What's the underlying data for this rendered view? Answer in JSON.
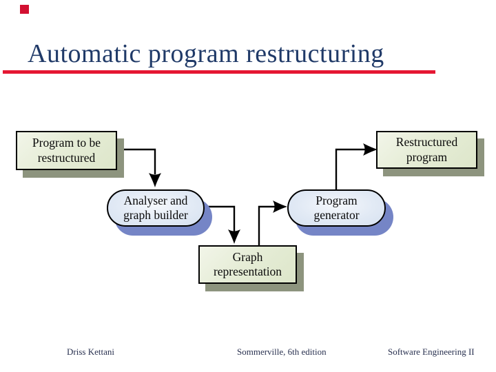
{
  "slide": {
    "title": "Automatic program restructuring",
    "title_color": "#203a68",
    "underline_color": "#e51733",
    "accent_marker_color": "#d21031",
    "background_color": "#ffffff"
  },
  "diagram": {
    "nodes": [
      {
        "id": "program-to-be-restructured",
        "shape": "rectangle",
        "label": "Program to be\nrestructured",
        "fill": "#e6edd7",
        "shadow": "#8d947e"
      },
      {
        "id": "restructured-program",
        "shape": "rectangle",
        "label": "Restructured\nprogram",
        "fill": "#e6edd7",
        "shadow": "#8d947e"
      },
      {
        "id": "analyser-and-graph-builder",
        "shape": "rounded",
        "label": "Analyser and\ngraph builder",
        "fill": "#e2eaf5",
        "shadow": "#7585c6"
      },
      {
        "id": "program-generator",
        "shape": "rounded",
        "label": "Program\ngenerator",
        "fill": "#e2eaf5",
        "shadow": "#7585c6"
      },
      {
        "id": "graph-representation",
        "shape": "rectangle",
        "label": "Graph\nrepresentation",
        "fill": "#e6edd7",
        "shadow": "#8d947e"
      }
    ],
    "edges": [
      {
        "from": "program-to-be-restructured",
        "to": "analyser-and-graph-builder"
      },
      {
        "from": "analyser-and-graph-builder",
        "to": "graph-representation"
      },
      {
        "from": "graph-representation",
        "to": "program-generator"
      },
      {
        "from": "program-generator",
        "to": "restructured-program"
      }
    ]
  },
  "footer": {
    "author": "Driss Kettani",
    "source": "Sommerville, 6th edition",
    "course": "Software Engineering II"
  }
}
